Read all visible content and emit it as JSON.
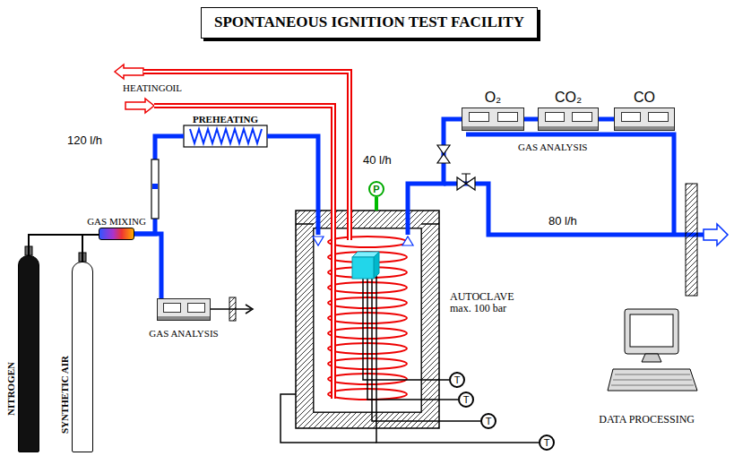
{
  "diagram": {
    "title": "SPONTANEOUS IGNITION TEST FACILITY",
    "nodes": [
      {
        "text": [
          "PREHEATING"
        ]
      },
      {
        "text": [
          "O₂"
        ]
      },
      {
        "text": [
          "CO₂"
        ]
      },
      {
        "text": [
          "CO"
        ]
      },
      {
        "text": [
          "P"
        ]
      },
      {
        "text": [
          "AUTOCLAVE max. 100 bar"
        ]
      },
      {
        "text": [
          "GAS MIXING"
        ]
      },
      {
        "text": [
          "NITROGEN"
        ]
      },
      {
        "text": [
          "SYNTHETIC AIR"
        ]
      },
      {
        "text": [
          "GAS ANALYSIS"
        ]
      },
      {
        "text": [
          "T"
        ]
      },
      {
        "text": [
          "T"
        ]
      },
      {
        "text": [
          "T"
        ]
      },
      {
        "text": [
          "T"
        ]
      },
      {
        "text": [
          "DATA PROCESSING"
        ]
      }
    ],
    "edges": [
      {
        "from": 7,
        "to": 6,
        "arrow": "none"
      },
      {
        "from": 8,
        "to": 6,
        "arrow": "none"
      },
      {
        "from": 6,
        "to": 0,
        "arrow": "none"
      },
      {
        "from": 6,
        "to": 9,
        "arrow": "none"
      },
      {
        "from": 0,
        "to": 5,
        "arrow": "none"
      },
      {
        "from": 5,
        "to": 1,
        "arrow": "none"
      },
      {
        "from": 1,
        "to": 2,
        "arrow": "none"
      },
      {
        "from": 2,
        "to": 3,
        "arrow": "none"
      },
      {
        "from": 5,
        "to": 4,
        "arrow": "none"
      },
      {
        "from": 5,
        "to": 10,
        "arrow": "none"
      },
      {
        "from": 5,
        "to": 11,
        "arrow": "none"
      },
      {
        "from": 5,
        "to": 12,
        "arrow": "none"
      },
      {
        "from": 5,
        "to": 13,
        "arrow": "none"
      }
    ],
    "labels": [
      "HEATINGOIL",
      "120 l/h",
      "40 l/h",
      "GAS ANALYSIS",
      "80 l/h"
    ]
  }
}
